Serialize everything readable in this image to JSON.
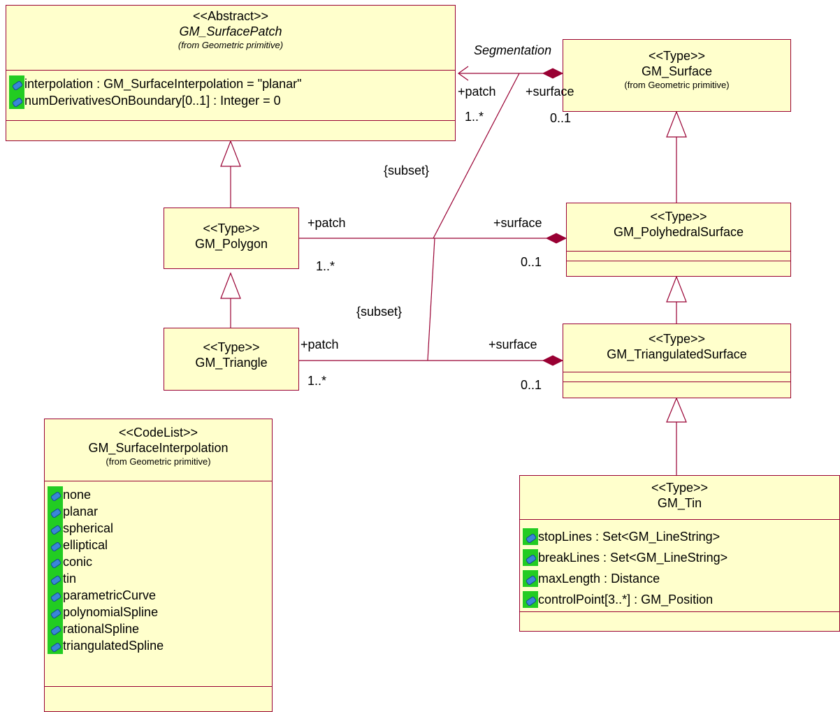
{
  "classes": {
    "surface_patch": {
      "stereotype": "<<Abstract>>",
      "name": "GM_SurfacePatch",
      "from": "(from Geometric primitive)",
      "attributes": [
        {
          "icon": "attribute-icon",
          "text": "interpolation : GM_SurfaceInterpolation = \"planar\""
        },
        {
          "icon": "attribute-icon",
          "text": "numDerivativesOnBoundary[0..1] : Integer = 0"
        }
      ]
    },
    "surface": {
      "stereotype": "<<Type>>",
      "name": "GM_Surface",
      "from": "(from Geometric primitive)"
    },
    "polygon": {
      "stereotype": "<<Type>>",
      "name": "GM_Polygon"
    },
    "polyhedral_surface": {
      "stereotype": "<<Type>>",
      "name": "GM_PolyhedralSurface"
    },
    "triangle": {
      "stereotype": "<<Type>>",
      "name": "GM_Triangle"
    },
    "triangulated_surface": {
      "stereotype": "<<Type>>",
      "name": "GM_TriangulatedSurface"
    },
    "surface_interpolation": {
      "stereotype": "<<CodeList>>",
      "name": "GM_SurfaceInterpolation",
      "from": "(from Geometric primitive)",
      "attributes": [
        {
          "icon": "attribute-icon",
          "text": "none"
        },
        {
          "icon": "attribute-icon",
          "text": "planar"
        },
        {
          "icon": "attribute-icon",
          "text": "spherical"
        },
        {
          "icon": "attribute-icon",
          "text": "elliptical"
        },
        {
          "icon": "attribute-icon",
          "text": "conic"
        },
        {
          "icon": "attribute-icon",
          "text": "tin"
        },
        {
          "icon": "attribute-icon",
          "text": "parametricCurve"
        },
        {
          "icon": "attribute-icon",
          "text": "polynomialSpline"
        },
        {
          "icon": "attribute-icon",
          "text": "rationalSpline"
        },
        {
          "icon": "attribute-icon",
          "text": "triangulatedSpline"
        }
      ]
    },
    "tin": {
      "stereotype": "<<Type>>",
      "name": "GM_Tin",
      "attributes": [
        {
          "icon": "attribute-icon",
          "text": "stopLines : Set<GM_LineString>"
        },
        {
          "icon": "attribute-icon",
          "text": "breakLines : Set<GM_LineString>"
        },
        {
          "icon": "attribute-icon",
          "text": "maxLength : Distance"
        },
        {
          "icon": "attribute-icon",
          "text": "controlPoint[3..*] : GM_Position"
        }
      ]
    }
  },
  "associations": {
    "segmentation": {
      "name": "Segmentation",
      "patch_role": "+patch",
      "patch_mult": "1..*",
      "surface_role": "+surface",
      "surface_mult": "0..1"
    },
    "polygon_assoc": {
      "patch_role": "+patch",
      "patch_mult": "1..*",
      "surface_role": "+surface",
      "surface_mult": "0..1",
      "constraint": "{subset}"
    },
    "triangle_assoc": {
      "patch_role": "+patch",
      "patch_mult": "1..*",
      "surface_role": "+surface",
      "surface_mult": "0..1",
      "constraint": "{subset}"
    }
  },
  "colors": {
    "class_fill": "#ffffcc",
    "line": "#990033",
    "attribute_icon_bg": "#22cc22",
    "attribute_icon_fg": "#3a86d8"
  }
}
